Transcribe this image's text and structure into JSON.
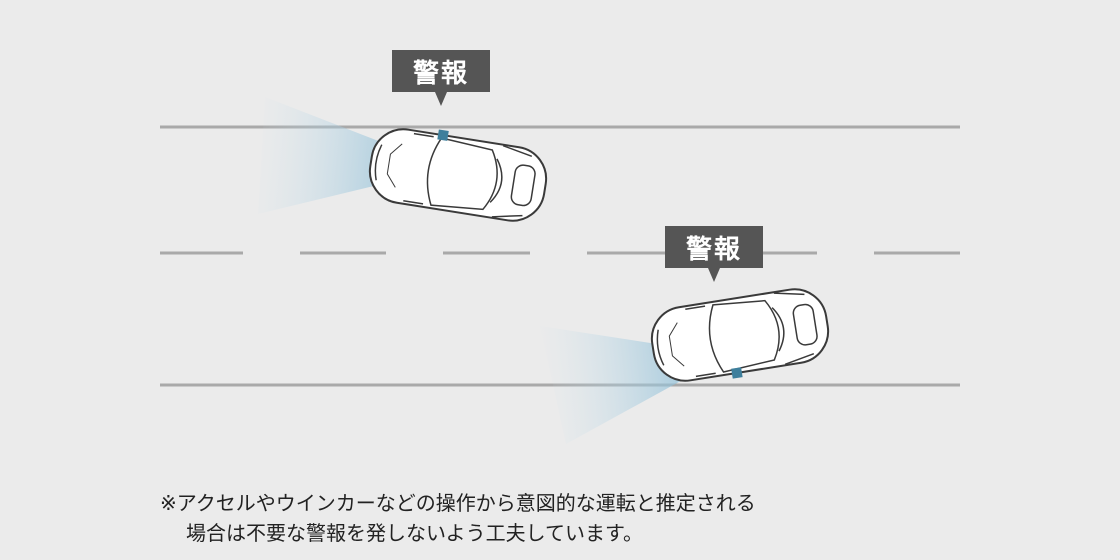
{
  "callouts": [
    {
      "label": "警報"
    },
    {
      "label": "警報"
    }
  ],
  "note": {
    "line1": "※アクセルやウインカーなどの操作から意図的な運転と推定される",
    "line2": "場合は不要な警報を発しないよう工夫しています。"
  },
  "colors": {
    "background": "#ebebeb",
    "lane_line": "#a9a9a9",
    "callout": "#555555",
    "sensor_beam": "#8cbfd8",
    "sensor_marker": "#3e7f9c",
    "car_body": "#ffffff",
    "car_outline": "#3a3a3a"
  }
}
